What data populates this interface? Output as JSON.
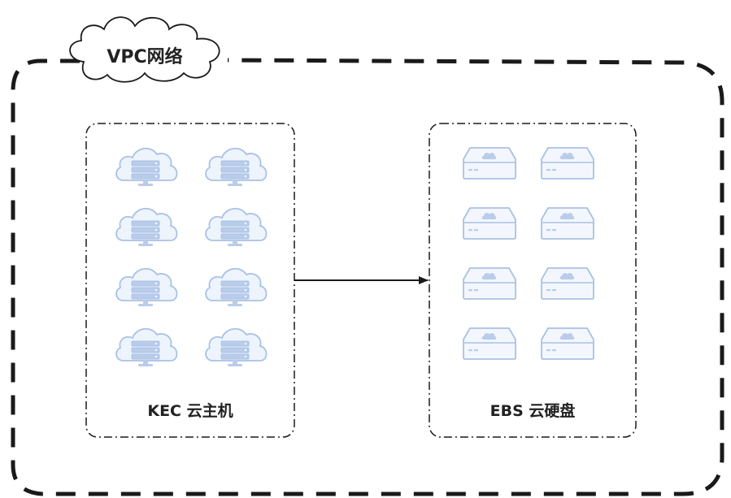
{
  "vpc": {
    "label": "VPC网络"
  },
  "kec": {
    "label": "KEC 云主机",
    "server_count": 8
  },
  "ebs": {
    "label": "EBS 云硬盘",
    "disk_count": 8
  },
  "colors": {
    "border": "#1a1a1a",
    "icon_stroke": "#a9c1e6",
    "icon_fill": "#eef4fc",
    "icon_bar": "#b9cdea"
  },
  "icons": {
    "server": "cloud-server-icon",
    "disk": "cloud-disk-icon"
  }
}
